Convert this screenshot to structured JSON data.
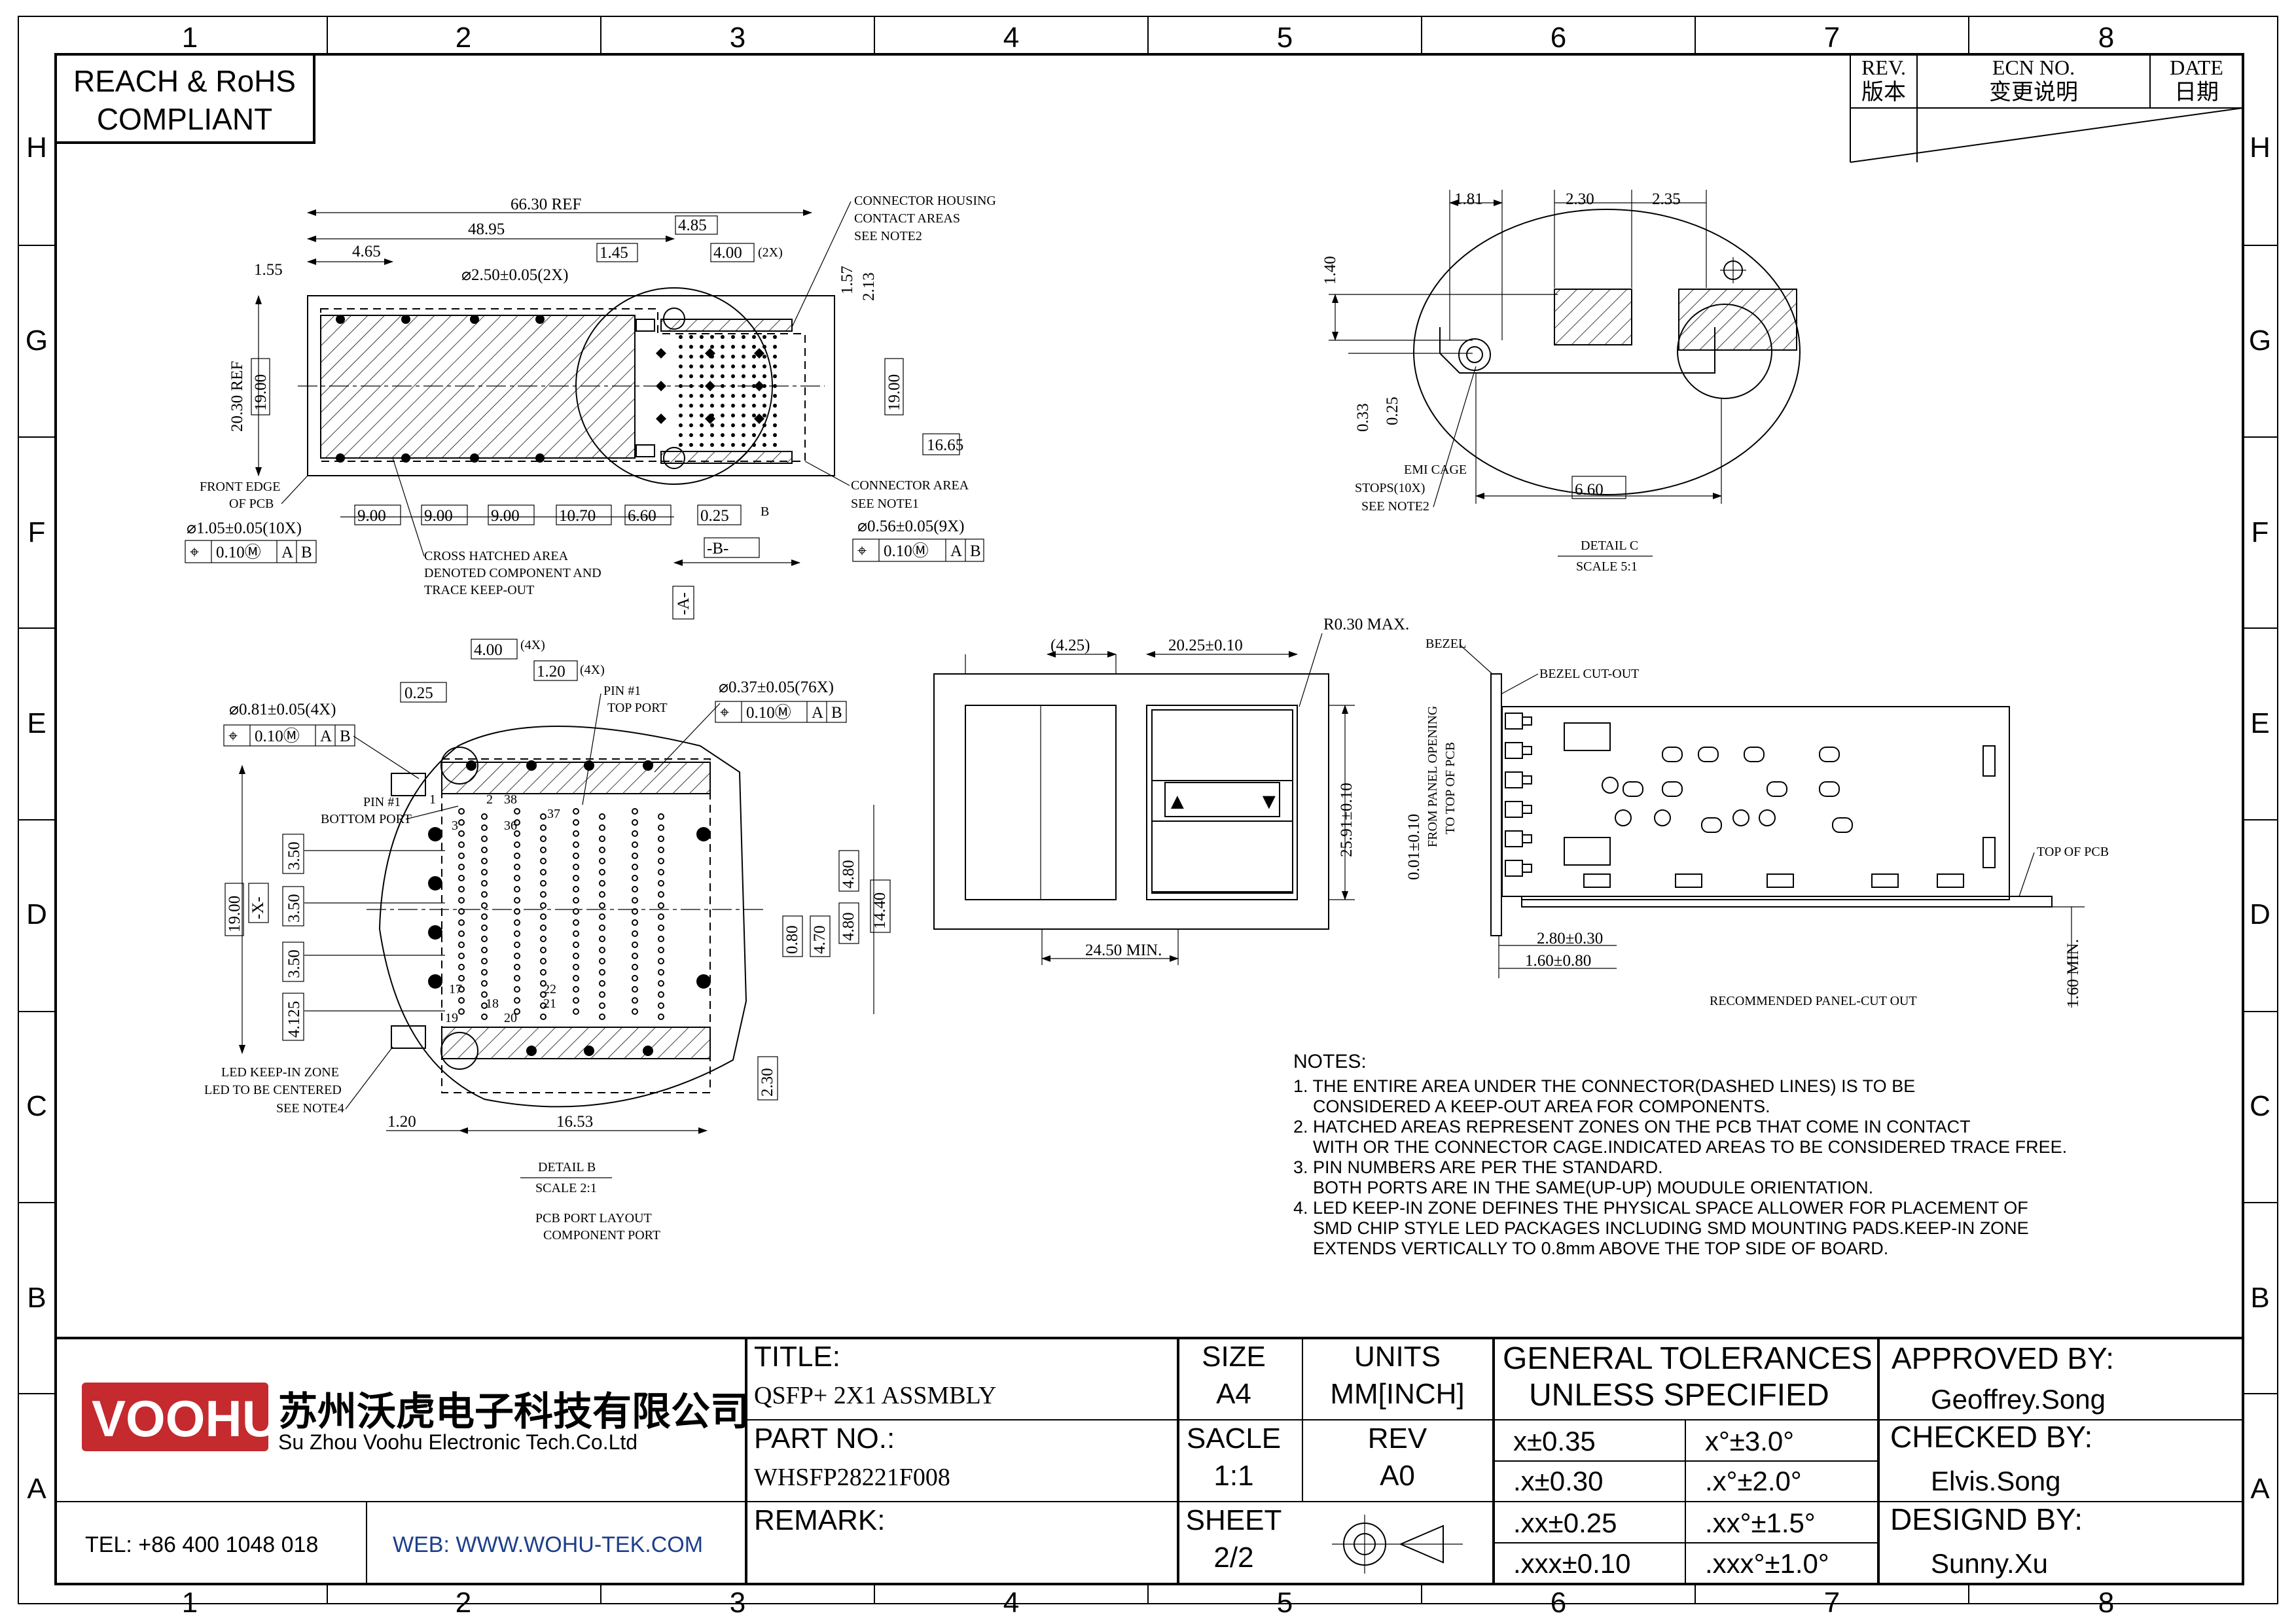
{
  "frame": {
    "columns": [
      "1",
      "2",
      "3",
      "4",
      "5",
      "6",
      "7",
      "8"
    ],
    "rows": [
      "H",
      "G",
      "F",
      "E",
      "D",
      "C",
      "B",
      "A"
    ]
  },
  "compliance": {
    "line1": "REACH & RoHS",
    "line2": "COMPLIANT"
  },
  "revision_table": {
    "rev": "REV.",
    "rev_cn": "版本",
    "ecn": "ECN NO.",
    "ecn_cn": "变更说明",
    "date": "DATE",
    "date_cn": "日期"
  },
  "top_view": {
    "dims": [
      "66.30 REF",
      "48.95",
      "4.85",
      "4.65",
      "1.45",
      "4.00",
      "(2X)",
      "1.55",
      "⌀2.50±0.05(2X)",
      "1.57",
      "2.13",
      "20.30 REF",
      "19.00",
      "19.00",
      "9.00",
      "9.00",
      "9.00",
      "10.70",
      "6.60",
      "0.25",
      "16.65",
      "-B-",
      "-A-",
      "B"
    ],
    "front_edge": [
      "FRONT EDGE",
      "OF PCB"
    ],
    "hole_spec_left": "⌀1.05±0.05(10X)",
    "fcf_left": [
      "⌖",
      "0.10Ⓜ",
      "A",
      "B"
    ],
    "cross_hatch_note": [
      "CROSS HATCHED AREA",
      "DENOTED COMPONENT AND",
      "TRACE KEEP-OUT"
    ],
    "housing_note": [
      "CONNECTOR HOUSING",
      "CONTACT AREAS",
      "SEE NOTE2"
    ],
    "area_note": [
      "CONNECTOR AREA",
      "SEE NOTE1"
    ],
    "hole_spec_right": "⌀0.56±0.05(9X)",
    "fcf_right": [
      "⌖",
      "0.10Ⓜ",
      "A",
      "B"
    ]
  },
  "detail_c": {
    "dims": [
      "1.81",
      "2.30",
      "2.35",
      "1.40",
      "0.33",
      "0.25",
      "6.60"
    ],
    "emi_note": [
      "EMI CAGE",
      "STOPS(10X)",
      "SEE NOTE2"
    ],
    "title": "DETAIL C",
    "scale": "SCALE 5:1"
  },
  "detail_b": {
    "dims": [
      "4.00",
      "(4X)",
      "1.20",
      "(4X)",
      "0.25",
      "19.00",
      "-X-",
      "3.50",
      "3.50",
      "3.50",
      "4.125",
      "4.80",
      "4.80",
      "4.70",
      "0.80",
      "14.40",
      "1.20",
      "16.53",
      "2.30"
    ],
    "hole_spec_left": "⌀0.81±0.05(4X)",
    "fcf_left": [
      "⌖",
      "0.10Ⓜ",
      "A",
      "B"
    ],
    "hole_spec_right": "⌀0.37±0.05(76X)",
    "fcf_right": [
      "⌖",
      "0.10Ⓜ",
      "A",
      "B"
    ],
    "pin_top": [
      "PIN #1",
      "TOP PORT"
    ],
    "pin_bottom": [
      "PIN #1",
      "BOTTOM PORT"
    ],
    "led_note": [
      "LED KEEP-IN ZONE",
      "LED TO BE CENTERED",
      "SEE NOTE4"
    ],
    "pin_numbers": [
      "1",
      "2",
      "38",
      "37",
      "36",
      "3",
      "18",
      "19",
      "20",
      "21",
      "22",
      "17"
    ],
    "title": "DETAIL B",
    "scale": "SCALE 2:1",
    "caption": [
      "PCB PORT LAYOUT",
      "COMPONENT PORT"
    ]
  },
  "panel_cutout": {
    "dims": [
      "(4.25)",
      "20.25±0.10",
      "R0.30 MAX.",
      "25.91±0.10",
      "24.50 MIN."
    ],
    "caption": "RECOMMENDED PANEL-CUT OUT"
  },
  "side_view": {
    "labels": [
      "BEZEL",
      "BEZEL CUT-OUT",
      "TOP OF PCB"
    ],
    "dims": [
      "0.01±0.10",
      "FROM PANEL OPENING",
      "TO TOP OF PCB",
      "2.80±0.30",
      "1.60±0.80",
      "1.60 MIN."
    ]
  },
  "notes": {
    "heading": "NOTES:",
    "lines": [
      "1. THE ENTIRE AREA UNDER THE CONNECTOR(DASHED LINES) IS TO BE",
      "    CONSIDERED A KEEP-OUT AREA FOR COMPONENTS.",
      "2. HATCHED AREAS REPRESENT ZONES ON THE PCB THAT COME IN CONTACT",
      "    WITH OR THE CONNECTOR CAGE.INDICATED AREAS TO BE CONSIDERED TRACE FREE.",
      "3. PIN NUMBERS ARE PER THE STANDARD.",
      "    BOTH PORTS ARE IN THE SAME(UP-UP) MOUDULE ORIENTATION.",
      "4. LED KEEP-IN ZONE DEFINES THE PHYSICAL SPACE ALLOWER FOR PLACEMENT OF",
      "    SMD CHIP STYLE LED PACKAGES INCLUDING SMD MOUNTING PADS.KEEP-IN ZONE",
      "    EXTENDS VERTICALLY TO 0.8mm ABOVE THE TOP SIDE OF BOARD."
    ]
  },
  "title_block": {
    "logo_text": "VOOHU",
    "company_cn": "苏州沃虎电子科技有限公司",
    "company_en": "Su Zhou Voohu Electronic Tech.Co.Ltd",
    "tel": "TEL: +86 400 1048 018",
    "web": "WEB: WWW.WOHU-TEK.COM",
    "title_label": "TITLE:",
    "title_value": "QSFP+ 2X1 ASSMBLY",
    "part_label": "PART NO.:",
    "part_value": "WHSFP28221F008",
    "remark_label": "REMARK:",
    "size_label": "SIZE",
    "size_value": "A4",
    "units_label": "UNITS",
    "units_value": "MM[INCH]",
    "scale_label": "SACLE",
    "scale_value": "1:1",
    "rev_label": "REV",
    "rev_value": "A0",
    "sheet_label": "SHEET",
    "sheet_value": "2/2",
    "tol_heading1": "GENERAL TOLERANCES",
    "tol_heading2": "UNLESS SPECIFIED",
    "tolerances": [
      [
        "x±0.35",
        "x°±3.0°"
      ],
      [
        ".x±0.30",
        ".x°±2.0°"
      ],
      [
        ".xx±0.25",
        ".xx°±1.5°"
      ],
      [
        ".xxx±0.10",
        ".xxx°±1.0°"
      ]
    ],
    "approved_label": "APPROVED BY:",
    "approved_value": "Geoffrey.Song",
    "checked_label": "CHECKED BY:",
    "checked_value": "Elvis.Song",
    "designed_label": "DESIGND BY:",
    "designed_value": "Sunny.Xu"
  }
}
